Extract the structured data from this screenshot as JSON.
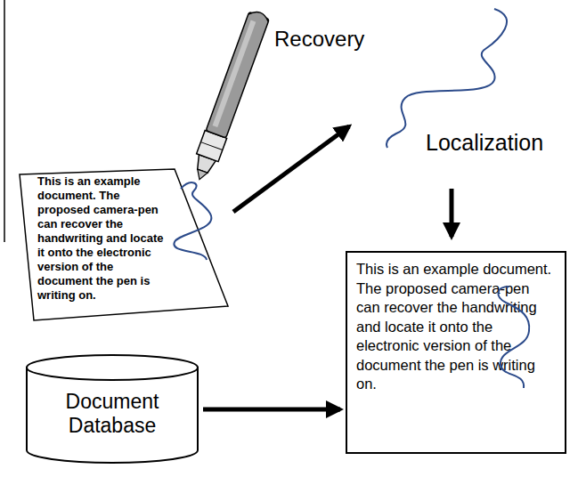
{
  "diagram": {
    "nodes": [
      {
        "text": [
          "This is an example document. The proposed camera-pen can recover the handwriting and locate it onto the electronic version of the document the pen is writing on."
        ]
      },
      {
        "text": [
          "Document Database"
        ]
      },
      {
        "text": [
          "This is an example document. The proposed camera-pen can recover the handwriting and locate it onto the electronic version of the document the pen is writing on."
        ]
      }
    ],
    "edges": [
      {
        "from": 1,
        "to": 2,
        "arrow": "to"
      }
    ],
    "labels": [
      "Recovery",
      "Localization"
    ]
  }
}
